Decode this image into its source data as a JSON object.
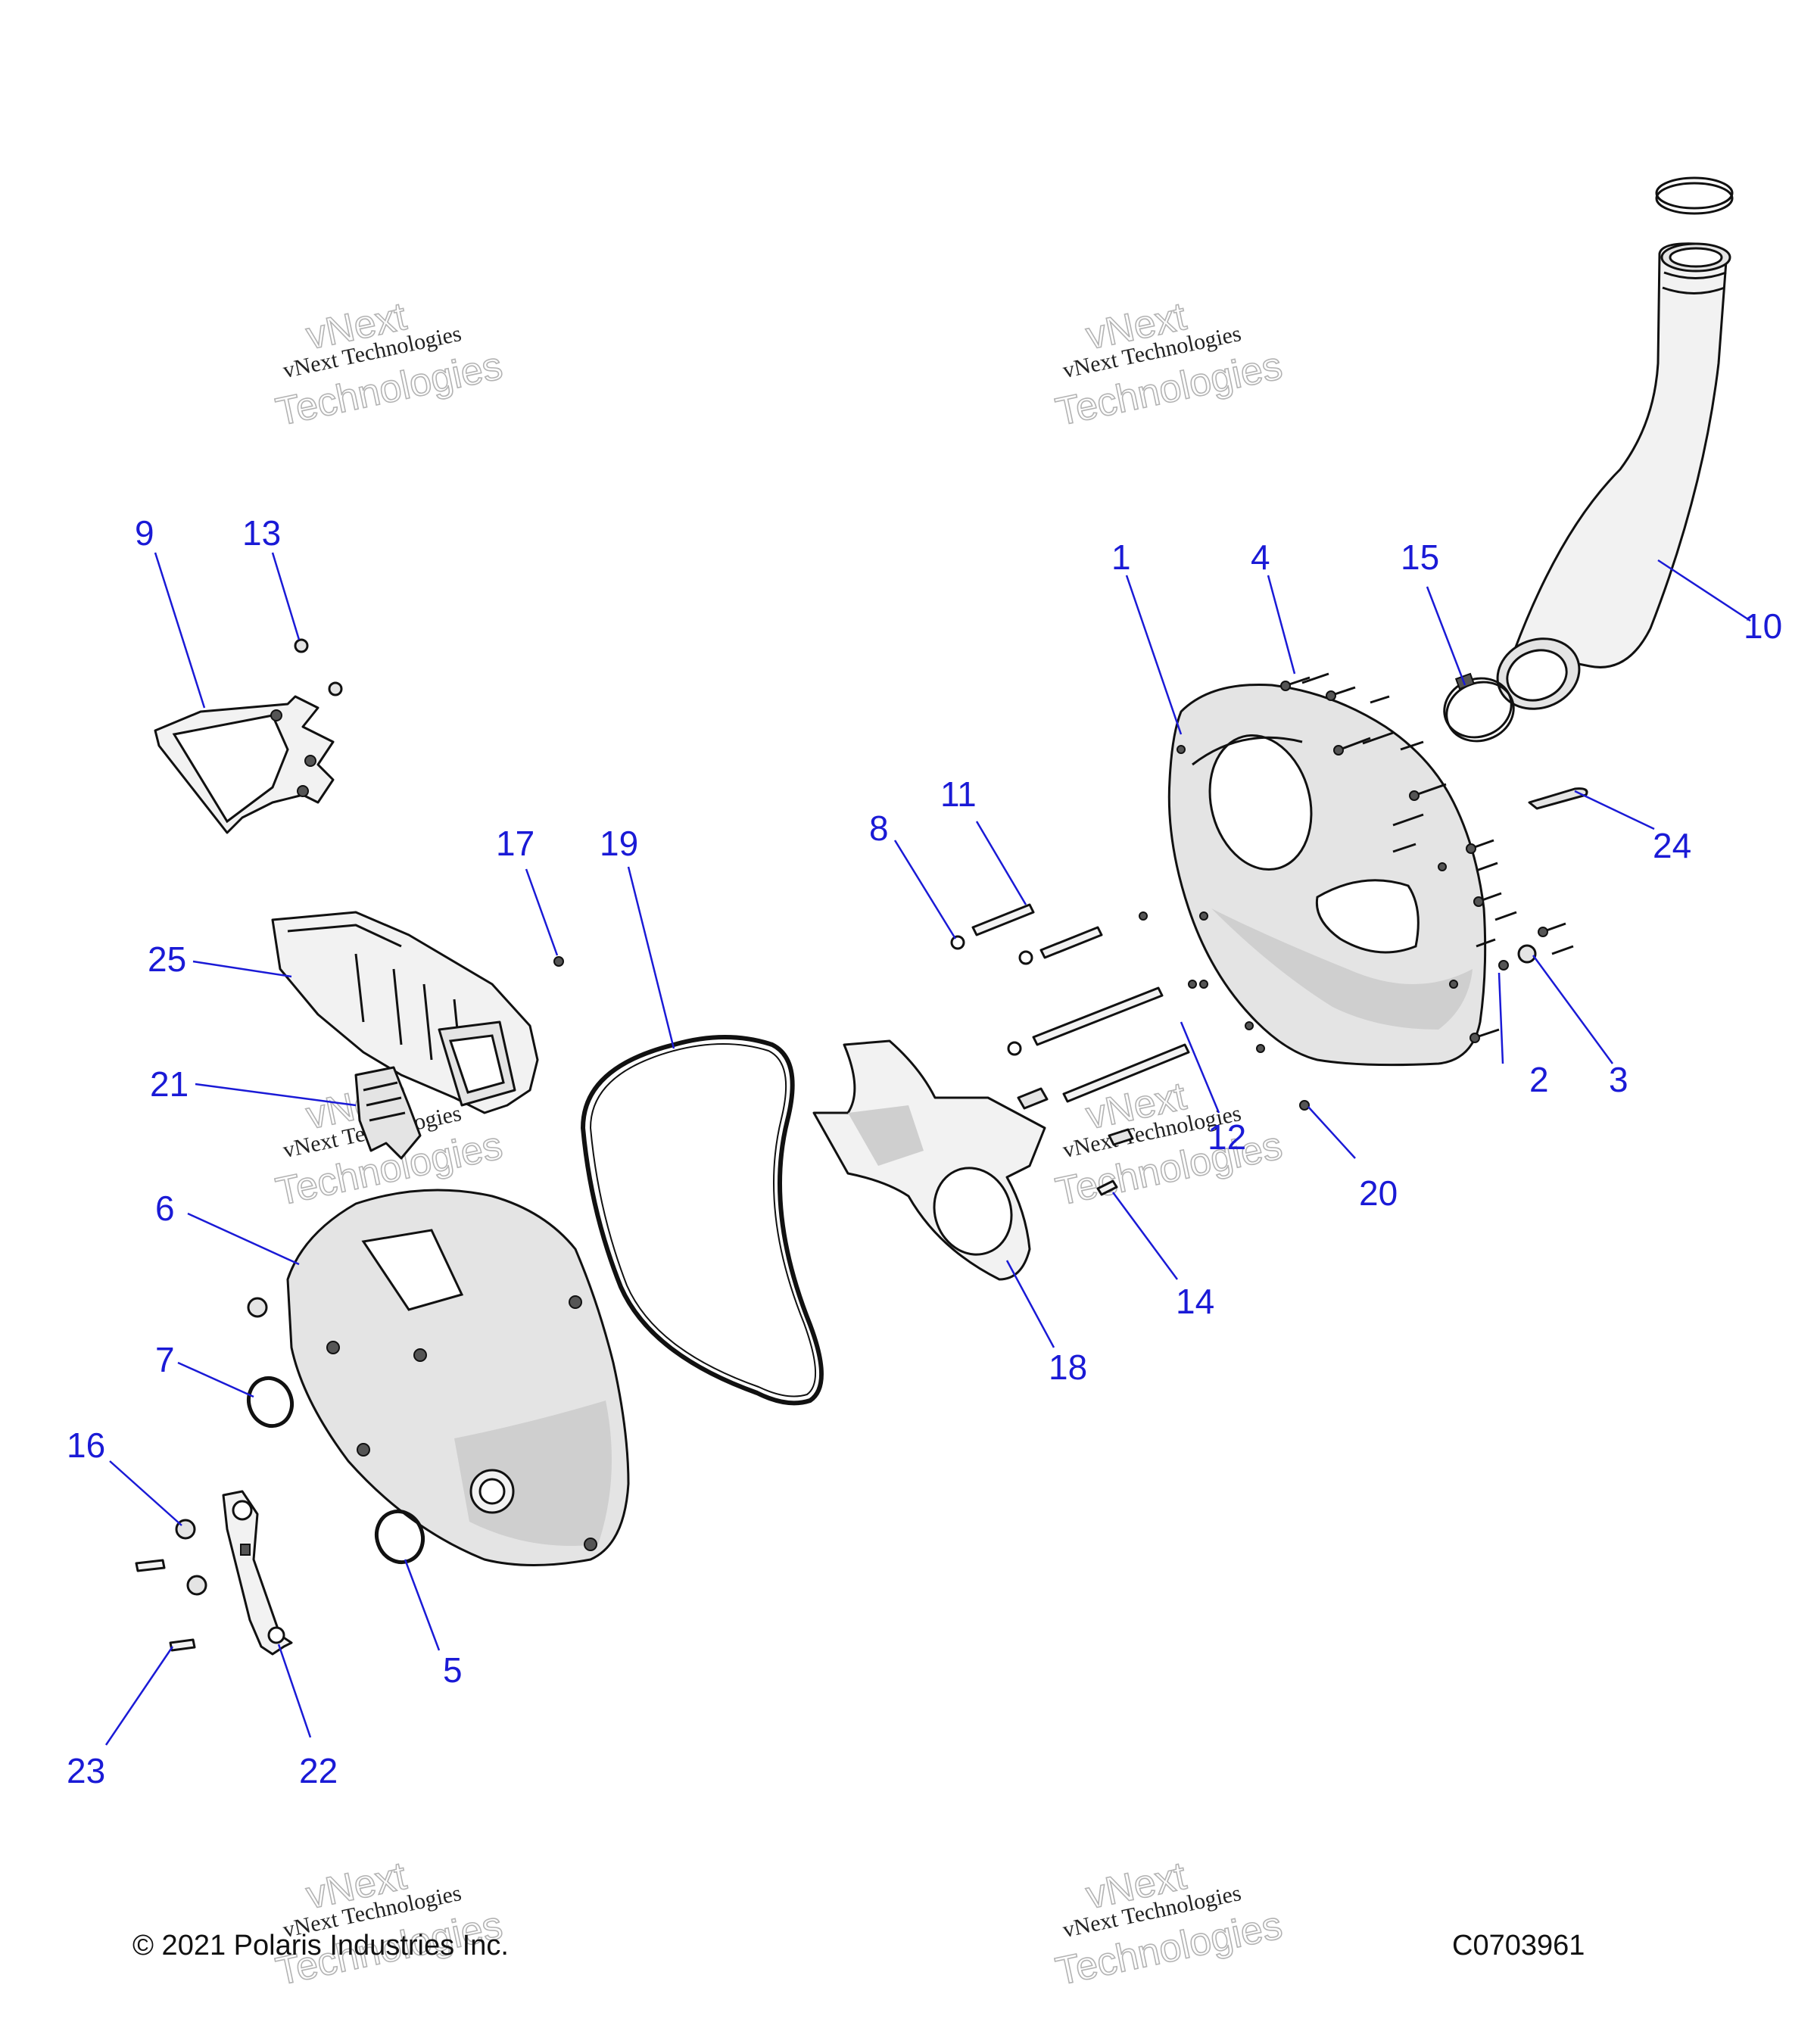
{
  "diagram": {
    "callouts": {
      "c1": "1",
      "c2": "2",
      "c3": "3",
      "c4": "4",
      "c5": "5",
      "c6": "6",
      "c7": "7",
      "c8": "8",
      "c9": "9",
      "c10": "10",
      "c11": "11",
      "c12": "12",
      "c13": "13",
      "c14": "14",
      "c15": "15",
      "c16": "16",
      "c17": "17",
      "c18": "18",
      "c19": "19",
      "c20": "20",
      "c21": "21",
      "c22": "22",
      "c23": "23",
      "c24": "24",
      "c25": "25"
    },
    "copyright": "© 2021 Polaris Industries Inc.",
    "drawing_number": "C0703961",
    "watermark_small": "vNext Technologies",
    "watermark_large_top": "vNext",
    "watermark_large_bottom": "Technologies"
  },
  "colors": {
    "callout": "#1a1ad6",
    "linework": "#111111",
    "shading": "#e4e4e4"
  }
}
